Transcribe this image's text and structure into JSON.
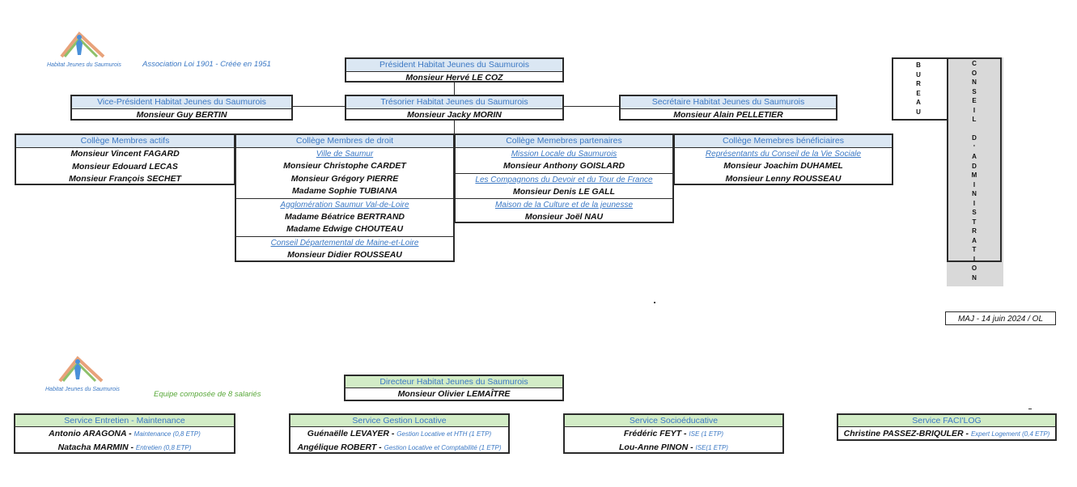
{
  "logo": {
    "text": "Habitat Jeunes du Saumurois"
  },
  "association_note": "Association Loi 1901 - Créée en 1951",
  "president": {
    "title": "Président Habitat Jeunes du Saumurois",
    "name": "Monsieur Hervé LE COZ"
  },
  "vice_president": {
    "title": "Vice-Président Habitat Jeunes du Saumurois",
    "name": "Monsieur Guy BERTIN"
  },
  "tresorier": {
    "title": "Trésorier Habitat Jeunes du Saumurois",
    "name": "Monsieur Jacky MORIN"
  },
  "secretaire": {
    "title": "Secrétaire Habitat Jeunes du Saumurois",
    "name": "Monsieur Alain PELLETIER"
  },
  "college_actifs": {
    "title": "Collège Membres actifs",
    "members": [
      "Monsieur Vincent FAGARD",
      "Monsieur Edouard LECAS",
      "Monsieur François SECHET"
    ]
  },
  "college_droit": {
    "title": "Collège Membres de droit",
    "groups": [
      {
        "org": "Ville de Saumur",
        "members": [
          "Monsieur Christophe CARDET",
          "Monsieur Grégory PIERRE",
          "Madame Sophie TUBIANA"
        ]
      },
      {
        "org": "Agglomération Saumur Val-de-Loire",
        "members": [
          "Madame Béatrice BERTRAND",
          "Madame Edwige CHOUTEAU"
        ]
      },
      {
        "org": "Conseil Départemental de Maine-et-Loire",
        "members": [
          "Monsieur Didier ROUSSEAU"
        ]
      }
    ]
  },
  "college_partenaires": {
    "title": "Collège Memebres partenaires",
    "groups": [
      {
        "org": "Mission Locale du Saumurois",
        "members": [
          "Monsieur Anthony GOISLARD"
        ]
      },
      {
        "org": "Les Compagnons du Devoir et du Tour de France",
        "members": [
          "Monsieur Denis LE GALL"
        ]
      },
      {
        "org": "Maison de la Culture et de la jeunesse",
        "members": [
          "Monsieur Joël NAU"
        ]
      }
    ]
  },
  "college_beneficiaires": {
    "title": "Collège Memebres bénéficiaires",
    "org": "Représentants du Conseil de la Vie Sociale",
    "members": [
      "Monsieur Joachim DUHAMEL",
      "Monsieur Lenny ROUSSEAU"
    ]
  },
  "bureau_label": "BUREAU",
  "conseil_label": "CONSEIL D'ADMINISTRATION",
  "maj_note": "MAJ - 14 juin 2024 / OL",
  "equipe_note": "Equipe composée de 8 salariés",
  "directeur": {
    "title": "Directeur Habitat Jeunes du Saumurois",
    "name": "Monsieur Olivier LEMAÎTRE"
  },
  "services": [
    {
      "title": "Service Entretien - Maintenance",
      "staff": [
        {
          "name": "Antonio ARAGONA -",
          "role": "Maintenance (0,8 ETP)"
        },
        {
          "name": "Natacha MARMIN -",
          "role": "Entretien (0,8 ETP)"
        }
      ]
    },
    {
      "title": "Service Gestion Locative",
      "staff": [
        {
          "name": "Guénaëlle LEVAYER -",
          "role": "Gestion Locative et HTH (1 ETP)"
        },
        {
          "name": "Angélique ROBERT -",
          "role": "Gestion Locative et Comptabilité (1 ETP)"
        }
      ]
    },
    {
      "title": "Service Socioéducative",
      "staff": [
        {
          "name": "Frédéric FEYT -",
          "role": "ISE (1 ETP)"
        },
        {
          "name": "Lou-Anne PINON -",
          "role": "ISE(1 ETP)"
        }
      ]
    },
    {
      "title": "Service FACI'LOG",
      "staff": [
        {
          "name": "Christine PASSEZ-BRIQULER -",
          "role": "Expert Logement (0,4 ETP)"
        }
      ]
    }
  ]
}
